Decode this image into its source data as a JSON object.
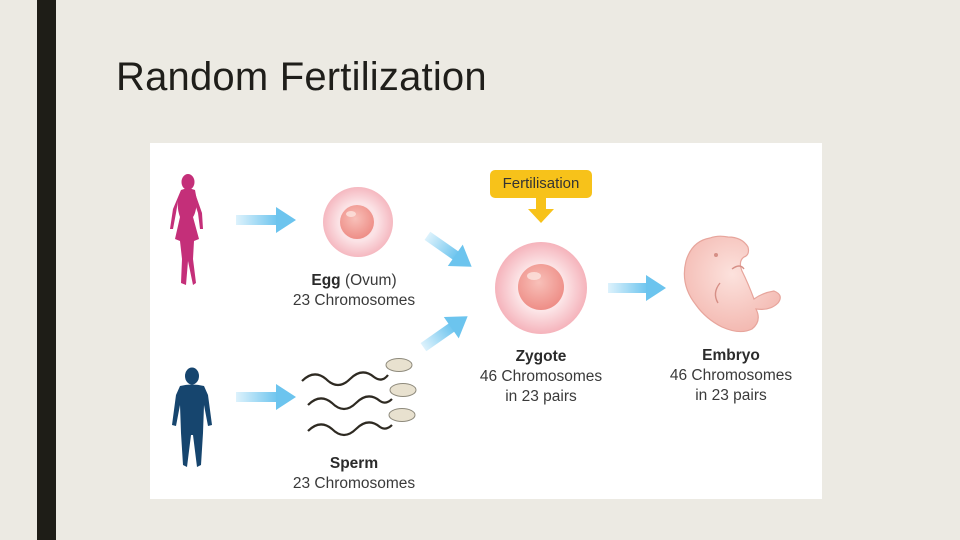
{
  "slide": {
    "title": "Random Fertilization"
  },
  "diagram": {
    "fertilisation_label": "Fertilisation",
    "egg": {
      "name": "Egg",
      "qualifier": "(Ovum)",
      "chromosomes": "23 Chromosomes"
    },
    "sperm": {
      "name": "Sperm",
      "chromosomes": "23 Chromosomes"
    },
    "zygote": {
      "name": "Zygote",
      "chromosomes": "46 Chromosomes",
      "pairs": "in 23 pairs"
    },
    "embryo": {
      "name": "Embryo",
      "chromosomes": "46 Chromosomes",
      "pairs": "in 23 pairs"
    },
    "colors": {
      "arrow": "#7FCCF1",
      "female": "#C42F79",
      "male": "#16456E",
      "cell_outer": "#F7C6CB",
      "cell_nucleus": "#F3A39C",
      "callout": "#F7C21A",
      "embryo": "#F6C7C0"
    }
  }
}
